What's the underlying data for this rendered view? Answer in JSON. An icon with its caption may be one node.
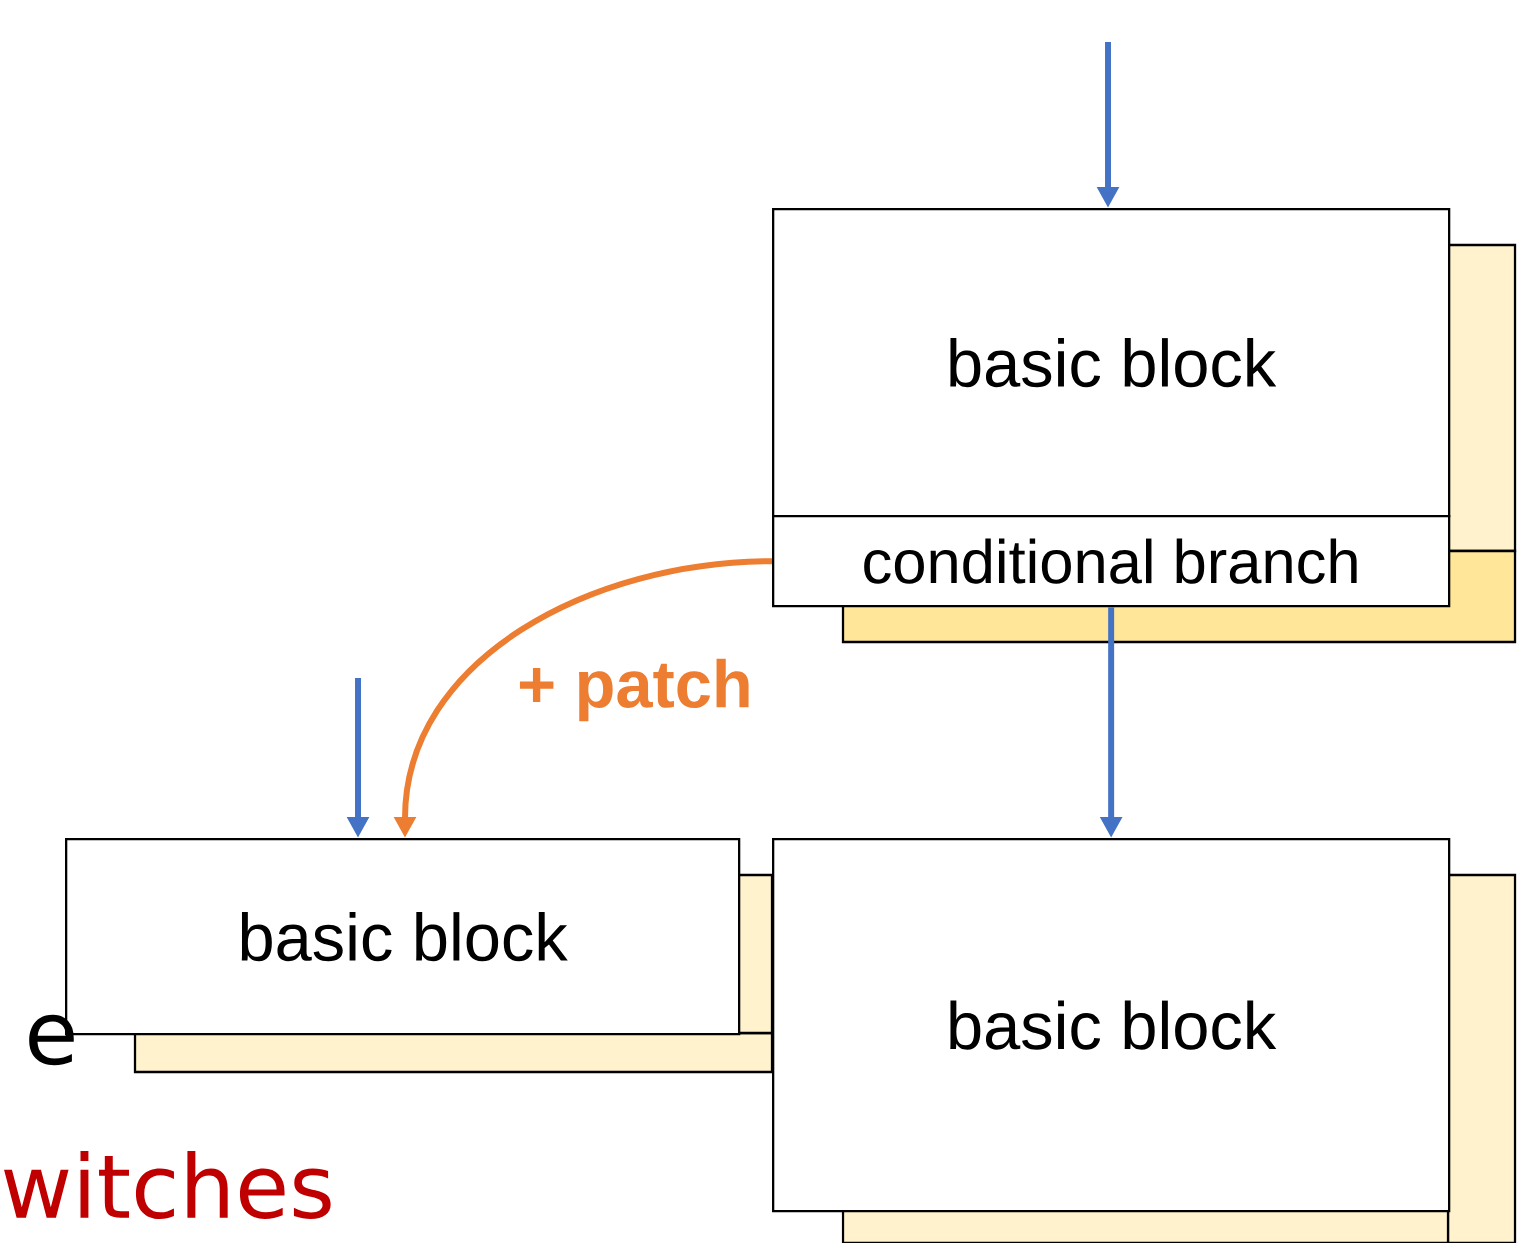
{
  "diagram": {
    "nodes": [
      {
        "text": [
          "basic block"
        ]
      },
      {
        "text": [
          "conditional branch"
        ]
      },
      {
        "text": [
          "basic block"
        ]
      },
      {
        "text": [
          "basic block"
        ]
      }
    ],
    "edges": [
      {
        "from": null,
        "to": 0,
        "arrow": "to"
      },
      {
        "from": 1,
        "to": 3,
        "arrow": "to"
      },
      {
        "from": null,
        "to": 2,
        "arrow": "to"
      },
      {
        "from": 1,
        "to": 2,
        "arrow": "to",
        "label": "+ patch",
        "color": "#ed7d31"
      }
    ],
    "labels": [
      "e",
      "witches"
    ]
  }
}
